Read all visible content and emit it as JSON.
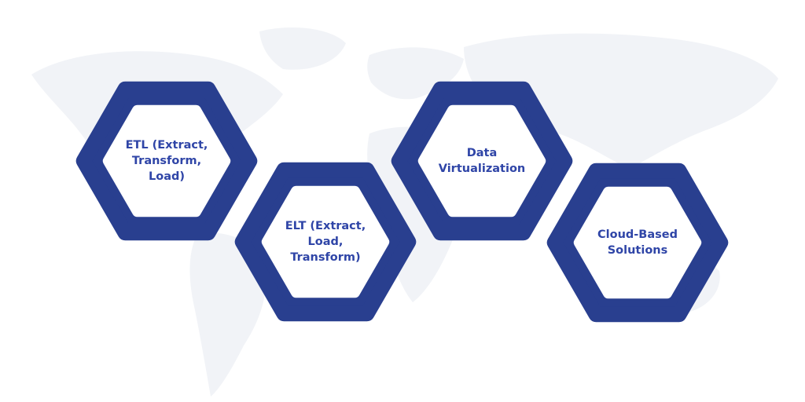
{
  "colors": {
    "hexagon_fill": "#293f8f",
    "hexagon_inner": "#ffffff",
    "label_text": "#2f45a7",
    "map_background": "#eef0f5"
  },
  "diagram": {
    "nodes": [
      {
        "label": "ETL (Extract,\nTransform,\nLoad)"
      },
      {
        "label": "ELT (Extract,\nLoad,\nTransform)"
      },
      {
        "label": "Data\nVirtualization"
      },
      {
        "label": "Cloud-Based\nSolutions"
      }
    ]
  }
}
